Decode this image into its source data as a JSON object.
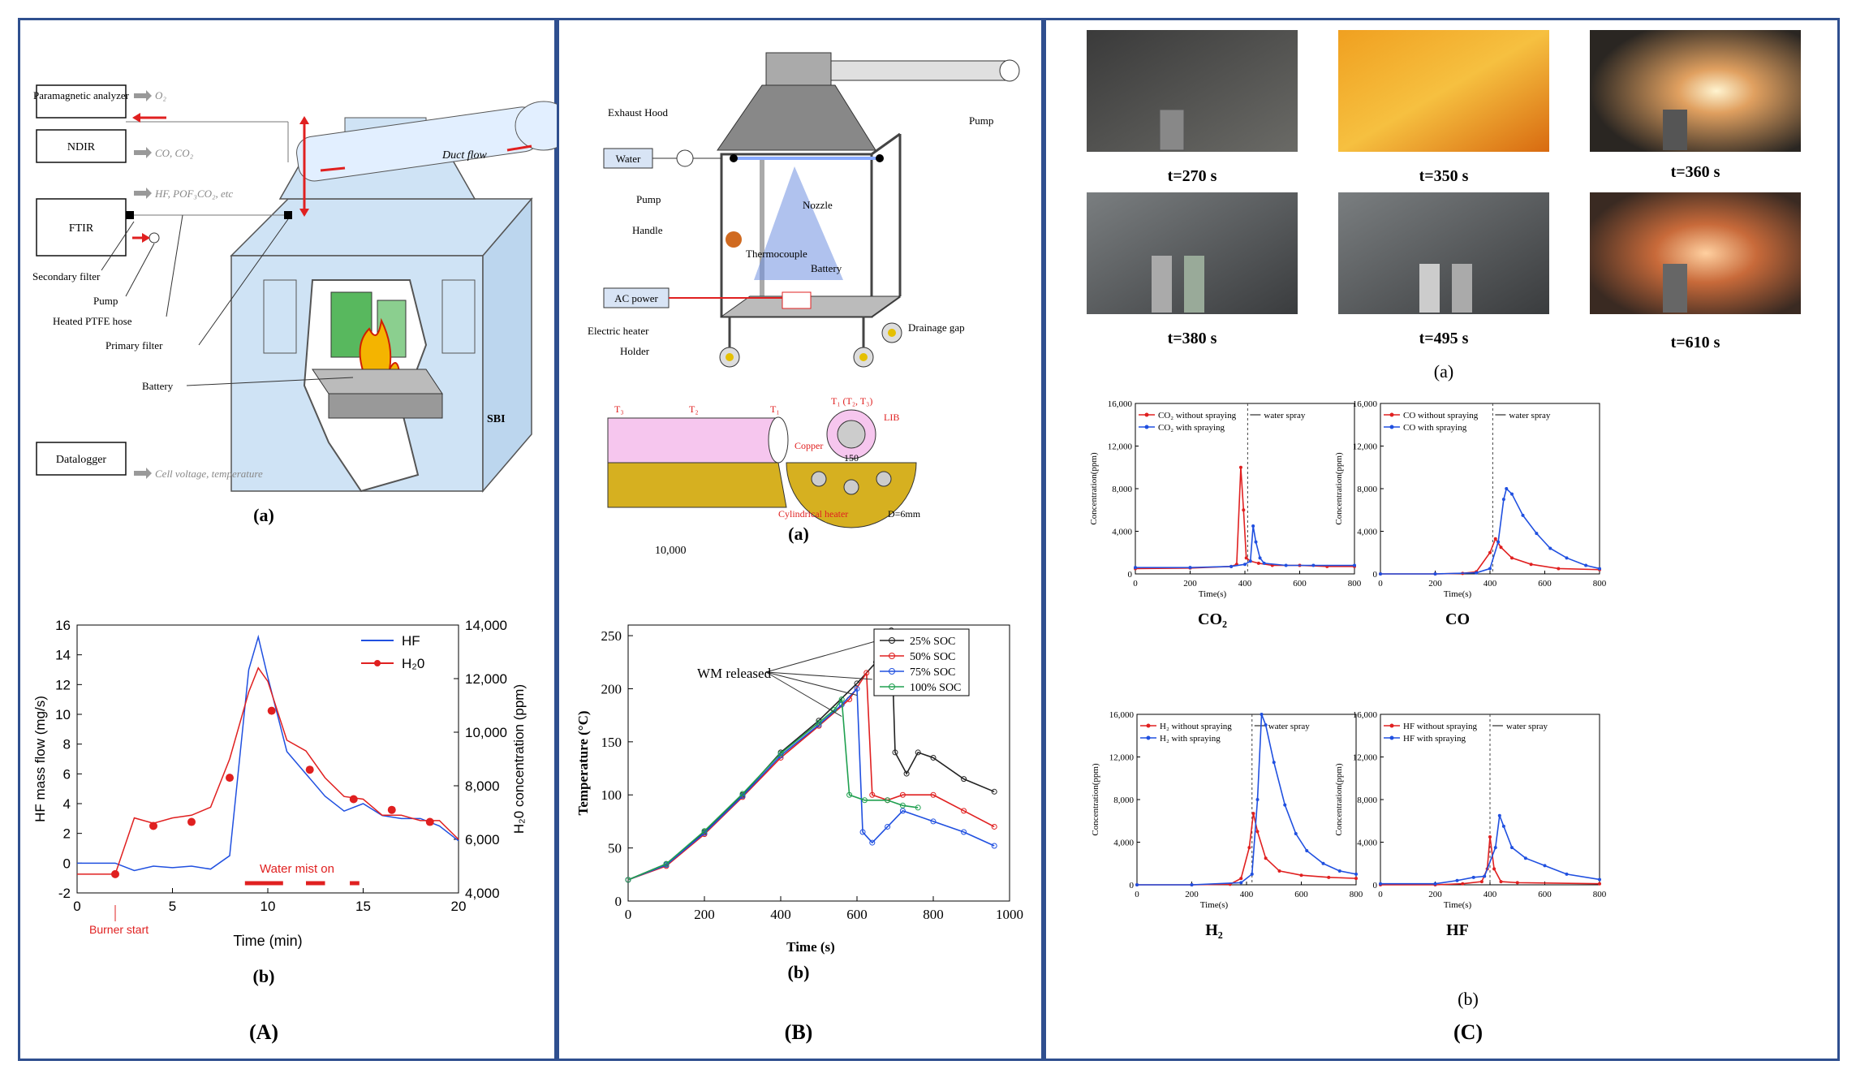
{
  "colors": {
    "frame": "#2f4f8f",
    "red": "#e02020",
    "blue": "#2050e0",
    "box": "#111111"
  },
  "A": {
    "schematic": {
      "paramagnetic": "Paramagnetic\nanalyzer",
      "ndir": "NDIR",
      "ftir": "FTIR",
      "datalogger": "Datalogger",
      "o2": "O₂",
      "co": "CO, CO₂",
      "hf": "HF, POF₃CO₂, etc",
      "cell": "Cell voltage, temperature",
      "secondary": "Secondary filter",
      "pump": "Pump",
      "hose": "Heated PTFE hose",
      "primary": "Primary filter",
      "battery": "Battery",
      "sbi": "SBI",
      "duct": "Duct flow"
    },
    "label_a": "(a)",
    "chart": {
      "ylabel": "HF mass flow (mg/s)",
      "y2label": "H₂0 concentration (ppm)",
      "xlabel": "Time (min)",
      "legend_hf": "HF",
      "legend_h2o": "H₂0",
      "water_mist": "Water mist on",
      "burner": "Burner start"
    },
    "label_b": "(b)",
    "label_main": "(A)"
  },
  "B": {
    "schematic": {
      "exhaust": "Exhaust Hood",
      "pump_top": "Pump",
      "water": "Water",
      "pump": "Pump",
      "nozzle": "Nozzle",
      "handle": "Handle",
      "thermocouple": "Thermocouple",
      "battery": "Battery",
      "ac": "AC power",
      "heater": "Electric heater",
      "holder": "Holder",
      "drainage": "Drainage gap",
      "t3": "T₃",
      "t2": "T₂",
      "t1": "T₁",
      "t123": "T₁ (T₂, T₃)",
      "lib": "LIB",
      "copper": "Copper",
      "cyl": "Cylindrical  heater",
      "d": "D=6mm",
      "n150": "150",
      "n10000": "10,000"
    },
    "label_a": "(a)",
    "chart": {
      "ylabel": "Temperature (°C)",
      "xlabel": "Time (s)",
      "wm": "WM released"
    },
    "label_b": "(b)",
    "label_main": "(B)"
  },
  "C": {
    "photos": [
      "t=270 s",
      "t=350 s",
      "t=360 s",
      "t=380 s",
      "t=495 s",
      "t=610 s"
    ],
    "label_a": "(a)",
    "water_spray": "water spray",
    "conc": "Concentration(ppm)",
    "time": "Time(s)",
    "titles": [
      "CO₂",
      "CO",
      "H₂",
      "HF"
    ],
    "label_b": "(b)",
    "label_main": "(C)"
  },
  "chart_data": [
    {
      "type": "line",
      "x": [
        0,
        1,
        2,
        3,
        4,
        5,
        6,
        7,
        8,
        9,
        9.5,
        10,
        11,
        12,
        13,
        14,
        15,
        16,
        17,
        18,
        19,
        20
      ],
      "xlim": [
        0,
        20
      ],
      "ylim": [
        -2,
        16
      ],
      "y2lim": [
        4000,
        14000
      ],
      "xticks": [
        0,
        5,
        10,
        15,
        20
      ],
      "yticks": [
        -2,
        0,
        2,
        4,
        6,
        8,
        10,
        12,
        14,
        16
      ],
      "y2ticks": [
        4000,
        6000,
        8000,
        10000,
        12000,
        14000
      ],
      "series": [
        {
          "name": "HF",
          "axis": "left",
          "values": [
            0,
            0,
            0,
            -0.5,
            -0.2,
            -0.3,
            -0.2,
            -0.4,
            0.5,
            13,
            15.2,
            12.5,
            7.5,
            6,
            4.5,
            3.5,
            4,
            3.2,
            3,
            3,
            2.5,
            1.5
          ]
        },
        {
          "name": "H₂0",
          "axis": "right",
          "values": [
            4700,
            4700,
            4700,
            6800,
            6600,
            6800,
            6900,
            7200,
            9000,
            11500,
            12400,
            11900,
            9700,
            9300,
            8300,
            7600,
            7500,
            6900,
            6900,
            6700,
            6700,
            6000
          ]
        }
      ],
      "markers_h2o": [
        [
          2,
          4700
        ],
        [
          4,
          6500
        ],
        [
          6,
          6650
        ],
        [
          8,
          8300
        ],
        [
          10.2,
          10800
        ],
        [
          12.2,
          8600
        ],
        [
          14.5,
          7500
        ],
        [
          16.5,
          7100
        ],
        [
          18.5,
          6650
        ]
      ],
      "mist_segments": [
        [
          8.8,
          10.8
        ],
        [
          12,
          13
        ],
        [
          14.3,
          14.8
        ]
      ]
    },
    {
      "type": "line",
      "xlim": [
        0,
        1000
      ],
      "ylim": [
        0,
        260
      ],
      "xticks": [
        0,
        200,
        400,
        600,
        800,
        1000
      ],
      "yticks": [
        0,
        50,
        100,
        150,
        200,
        250
      ],
      "series": [
        {
          "name": "25% SOC",
          "color": "#222222",
          "points": [
            [
              0,
              20
            ],
            [
              100,
              35
            ],
            [
              200,
              65
            ],
            [
              300,
              100
            ],
            [
              400,
              140
            ],
            [
              500,
              170
            ],
            [
              600,
              205
            ],
            [
              650,
              225
            ],
            [
              690,
              255
            ],
            [
              700,
              140
            ],
            [
              730,
              120
            ],
            [
              760,
              140
            ],
            [
              800,
              135
            ],
            [
              880,
              115
            ],
            [
              960,
              103
            ]
          ]
        },
        {
          "name": "50% SOC",
          "color": "#e02020",
          "points": [
            [
              0,
              20
            ],
            [
              100,
              33
            ],
            [
              200,
              63
            ],
            [
              300,
              98
            ],
            [
              400,
              135
            ],
            [
              500,
              165
            ],
            [
              580,
              190
            ],
            [
              625,
              215
            ],
            [
              640,
              100
            ],
            [
              680,
              95
            ],
            [
              720,
              100
            ],
            [
              800,
              100
            ],
            [
              880,
              85
            ],
            [
              960,
              70
            ]
          ]
        },
        {
          "name": "75% SOC",
          "color": "#2050e0",
          "points": [
            [
              0,
              20
            ],
            [
              100,
              34
            ],
            [
              200,
              64
            ],
            [
              300,
              99
            ],
            [
              400,
              137
            ],
            [
              500,
              166
            ],
            [
              560,
              185
            ],
            [
              600,
              200
            ],
            [
              615,
              65
            ],
            [
              640,
              55
            ],
            [
              680,
              70
            ],
            [
              720,
              85
            ],
            [
              800,
              75
            ],
            [
              880,
              65
            ],
            [
              960,
              52
            ]
          ]
        },
        {
          "name": "100% SOC",
          "color": "#20a050",
          "points": [
            [
              0,
              20
            ],
            [
              100,
              35
            ],
            [
              200,
              66
            ],
            [
              300,
              101
            ],
            [
              400,
              139
            ],
            [
              500,
              168
            ],
            [
              540,
              180
            ],
            [
              560,
              190
            ],
            [
              580,
              100
            ],
            [
              620,
              95
            ],
            [
              680,
              95
            ],
            [
              720,
              90
            ],
            [
              760,
              88
            ]
          ]
        }
      ]
    },
    {
      "type": "line",
      "title": "CO₂",
      "xlim": [
        0,
        800
      ],
      "ylim": [
        0,
        16000
      ],
      "xticks": [
        0,
        200,
        400,
        600,
        800
      ],
      "yticks": [
        0,
        4000,
        8000,
        12000,
        16000
      ],
      "spray": 410,
      "series": [
        {
          "name": "CO₂ without spraying",
          "points": [
            [
              0,
              500
            ],
            [
              200,
              550
            ],
            [
              350,
              700
            ],
            [
              370,
              900
            ],
            [
              385,
              10000
            ],
            [
              395,
              6000
            ],
            [
              405,
              1500
            ],
            [
              420,
              1200
            ],
            [
              450,
              1000
            ],
            [
              500,
              800
            ],
            [
              600,
              800
            ],
            [
              700,
              700
            ],
            [
              800,
              700
            ]
          ]
        },
        {
          "name": "CO₂ with spraying",
          "points": [
            [
              0,
              600
            ],
            [
              200,
              600
            ],
            [
              350,
              700
            ],
            [
              400,
              900
            ],
            [
              420,
              1200
            ],
            [
              430,
              4500
            ],
            [
              440,
              3000
            ],
            [
              455,
              1500
            ],
            [
              470,
              1000
            ],
            [
              550,
              800
            ],
            [
              650,
              800
            ],
            [
              800,
              800
            ]
          ]
        }
      ]
    },
    {
      "type": "line",
      "title": "CO",
      "xlim": [
        0,
        800
      ],
      "ylim": [
        0,
        16000
      ],
      "xticks": [
        0,
        200,
        400,
        600,
        800
      ],
      "yticks": [
        0,
        4000,
        8000,
        12000,
        16000
      ],
      "spray": 410,
      "series": [
        {
          "name": "CO without spraying",
          "points": [
            [
              0,
              0
            ],
            [
              200,
              0
            ],
            [
              300,
              50
            ],
            [
              350,
              200
            ],
            [
              400,
              2000
            ],
            [
              420,
              3300
            ],
            [
              440,
              2500
            ],
            [
              480,
              1500
            ],
            [
              550,
              900
            ],
            [
              650,
              500
            ],
            [
              800,
              400
            ]
          ]
        },
        {
          "name": "CO with spraying",
          "points": [
            [
              0,
              0
            ],
            [
              200,
              0
            ],
            [
              350,
              100
            ],
            [
              400,
              500
            ],
            [
              430,
              3000
            ],
            [
              450,
              7000
            ],
            [
              460,
              8000
            ],
            [
              480,
              7500
            ],
            [
              520,
              5500
            ],
            [
              570,
              3800
            ],
            [
              620,
              2400
            ],
            [
              680,
              1500
            ],
            [
              750,
              800
            ],
            [
              800,
              500
            ]
          ]
        }
      ]
    },
    {
      "type": "line",
      "title": "H₂",
      "xlim": [
        0,
        800
      ],
      "ylim": [
        0,
        16000
      ],
      "xticks": [
        0,
        200,
        400,
        600,
        800
      ],
      "yticks": [
        0,
        4000,
        8000,
        12000,
        16000
      ],
      "spray": 420,
      "series": [
        {
          "name": "H₂ without spraying",
          "points": [
            [
              0,
              0
            ],
            [
              200,
              0
            ],
            [
              340,
              50
            ],
            [
              380,
              600
            ],
            [
              410,
              3500
            ],
            [
              425,
              6700
            ],
            [
              440,
              5000
            ],
            [
              470,
              2500
            ],
            [
              520,
              1300
            ],
            [
              600,
              900
            ],
            [
              700,
              700
            ],
            [
              800,
              600
            ]
          ]
        },
        {
          "name": "H₂ with spraying",
          "points": [
            [
              0,
              0
            ],
            [
              200,
              0
            ],
            [
              380,
              200
            ],
            [
              420,
              1000
            ],
            [
              440,
              8000
            ],
            [
              455,
              16000
            ],
            [
              470,
              15000
            ],
            [
              500,
              11500
            ],
            [
              540,
              7500
            ],
            [
              580,
              4800
            ],
            [
              620,
              3200
            ],
            [
              680,
              2000
            ],
            [
              740,
              1300
            ],
            [
              800,
              1000
            ]
          ]
        }
      ]
    },
    {
      "type": "line",
      "title": "HF",
      "xlim": [
        0,
        800
      ],
      "ylim": [
        0,
        16000
      ],
      "xticks": [
        0,
        200,
        400,
        600,
        800
      ],
      "yticks": [
        0,
        4000,
        8000,
        12000,
        16000
      ],
      "spray": 400,
      "series": [
        {
          "name": "HF without spraying",
          "points": [
            [
              0,
              0
            ],
            [
              200,
              0
            ],
            [
              300,
              100
            ],
            [
              370,
              300
            ],
            [
              390,
              1500
            ],
            [
              400,
              4500
            ],
            [
              415,
              1500
            ],
            [
              440,
              300
            ],
            [
              500,
              200
            ],
            [
              800,
              100
            ]
          ]
        },
        {
          "name": "HF with spraying",
          "points": [
            [
              0,
              100
            ],
            [
              200,
              100
            ],
            [
              280,
              400
            ],
            [
              340,
              700
            ],
            [
              380,
              800
            ],
            [
              420,
              3500
            ],
            [
              435,
              6500
            ],
            [
              450,
              5500
            ],
            [
              480,
              3500
            ],
            [
              530,
              2500
            ],
            [
              600,
              1800
            ],
            [
              680,
              1000
            ],
            [
              800,
              500
            ]
          ]
        }
      ]
    }
  ]
}
